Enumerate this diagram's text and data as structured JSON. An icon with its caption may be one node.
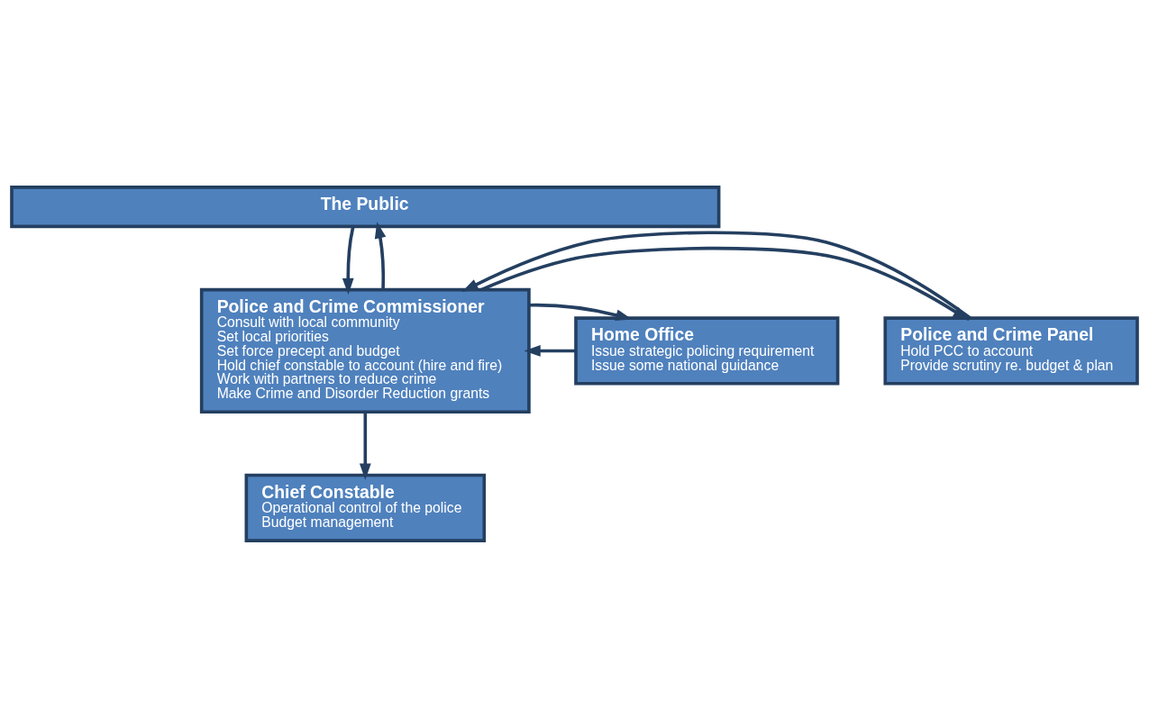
{
  "diagram": {
    "nodes": [
      {
        "text": [
          "The Public"
        ]
      },
      {
        "text": [
          "Police and Crime Commissioner",
          "Consult with local community",
          "Set local priorities",
          "Set force precept and budget",
          "Hold chief constable to account (hire and fire)",
          "Work with partners to reduce crime",
          "Make Crime and Disorder Reduction grants"
        ]
      },
      {
        "text": [
          "Police and Crime Panel",
          "Hold PCC to account",
          "Provide scrutiny re. budget & plan"
        ]
      },
      {
        "text": [
          "Home Office",
          "Issue strategic policing requirement",
          "Issue some national guidance"
        ]
      },
      {
        "text": [
          "Chief Constable",
          "Operational control of the police",
          "Budget management"
        ]
      }
    ],
    "edges": [
      {
        "from": 0,
        "to": 1,
        "arrow": "to"
      },
      {
        "from": 1,
        "to": 0,
        "arrow": "to"
      },
      {
        "from": 1,
        "to": 2,
        "arrow": "to"
      },
      {
        "from": 2,
        "to": 1,
        "arrow": "to"
      },
      {
        "from": 3,
        "to": 1,
        "arrow": "to"
      },
      {
        "from": 1,
        "to": 3,
        "arrow": "to"
      },
      {
        "from": 1,
        "to": 4,
        "arrow": "to"
      }
    ]
  }
}
